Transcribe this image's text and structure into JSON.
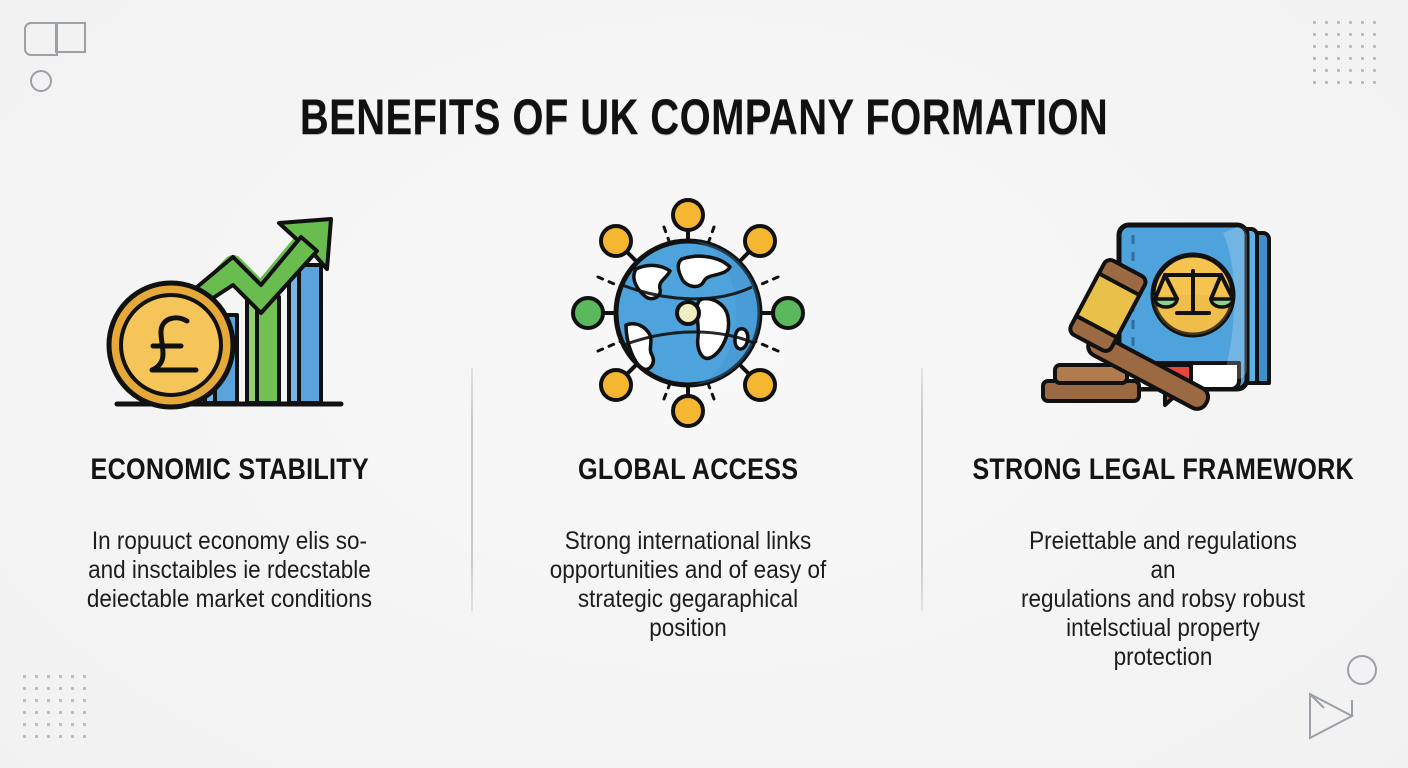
{
  "slide": {
    "title": "BENEFITS OF UK COMPANY FORMATION",
    "background_color": "#f4f4f4",
    "heading_color": "#141414",
    "body_color": "#1d1d1d"
  },
  "columns": [
    {
      "icon": "growth-chart-pound-coin-icon",
      "heading": "ECONOMIC STABILITY",
      "body_lines": [
        "In ropuuct economy elis so-",
        "and insctaibles ie rdecstable",
        "deiectable market conditions"
      ],
      "colors": {
        "coin_outer": "#e5a93a",
        "coin_inner": "#f6c55a",
        "bar_blue": "#5ba3dd",
        "bar_green": "#72bf53",
        "arrow_green": "#69bd4f",
        "outline": "#111111"
      }
    },
    {
      "icon": "global-network-globe-icon",
      "heading": "GLOBAL ACCESS",
      "body_lines": [
        "Strong international links",
        "opportunities and of easy of",
        "strategic gegaraphical position"
      ],
      "colors": {
        "globe_blue": "#4fa3dd",
        "globe_blue_dark": "#3f8fc9",
        "land_white": "#ffffff",
        "node_yellow": "#f5b731",
        "node_green": "#5cb85c",
        "outline": "#111111"
      }
    },
    {
      "icon": "law-book-gavel-icon",
      "heading": "STRONG LEGAL FRAMEWORK",
      "body_lines": [
        "Preiettable and regulations an",
        "regulations and robsy robust",
        "intelsctiual property protection"
      ],
      "colors": {
        "book_blue": "#4fa3dd",
        "book_blue_dark": "#3f8fc9",
        "emblem_gold": "#f5c44f",
        "gavel_brown": "#9b6a43",
        "gavel_band": "#e8c04a",
        "ribbon_red": "#e8473f",
        "outline": "#111111"
      }
    }
  ],
  "decorations": {
    "top_left": "squares-and-circle-outline",
    "top_right": "dot-grid",
    "bottom_left": "dot-grid",
    "bottom_right": "circle-and-triangle-outline",
    "divider": "vertical-divider",
    "dot_color": "#b9bdc2",
    "outline_color": "#9aa0a6"
  }
}
